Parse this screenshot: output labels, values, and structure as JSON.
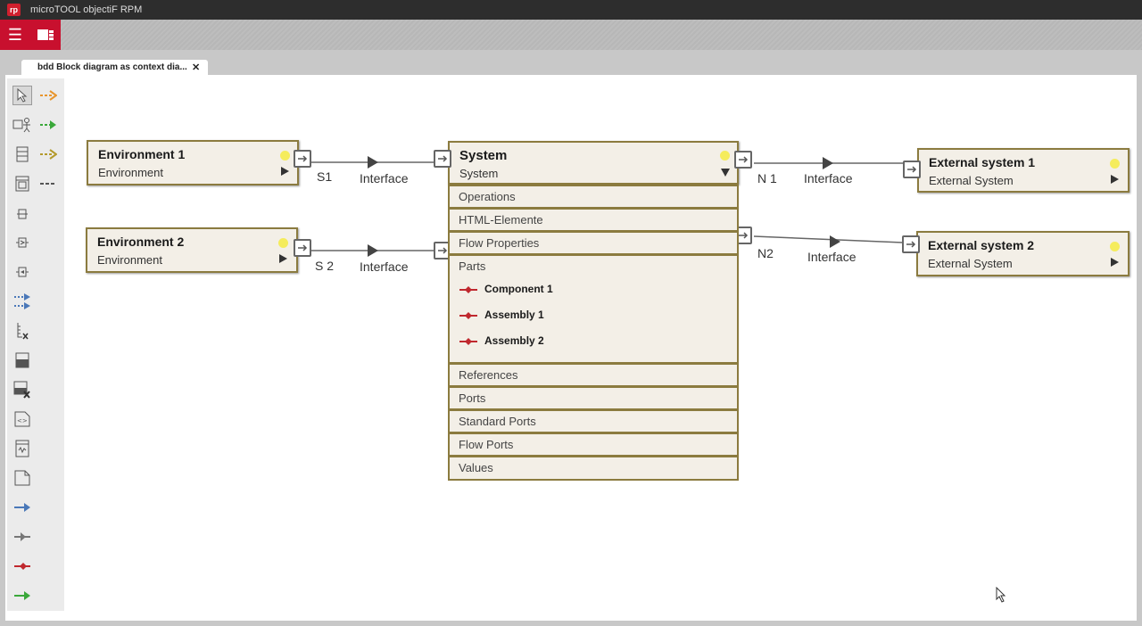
{
  "app": {
    "title": "microTOOL objectiF RPM",
    "logo_text": "rp"
  },
  "toolbar": {
    "menu_icon": "hamburger-icon",
    "view_icon": "view-toggle-icon"
  },
  "tab": {
    "label": "bdd Block diagram as context dia...",
    "close": "✕"
  },
  "palette": {
    "items": [
      "select-pointer-icon",
      "dependency-arrow-icon",
      "actor-block-icon",
      "green-flow-arrow-icon",
      "block-icon",
      "gold-arrow-icon",
      "part-block-icon",
      "dashed-line-icon",
      "port-icon",
      "flow-port-icon",
      "standard-port-icon",
      "flow-connector-icon",
      "constraint-icon",
      "value-type-icon",
      "delete-block-icon",
      "html-element-icon",
      "signal-icon",
      "note-icon",
      "blue-arrow-icon",
      "gray-arrow-icon",
      "red-connector-icon",
      "green-arrow-icon"
    ]
  },
  "blocks": {
    "env1": {
      "name": "Environment 1",
      "type": "Environment"
    },
    "env2": {
      "name": "Environment 2",
      "type": "Environment"
    },
    "system": {
      "name": "System",
      "type": "System",
      "compartments": [
        "Operations",
        "HTML-Elemente",
        "Flow Properties",
        "Parts",
        "References",
        "Ports",
        "Standard Ports",
        "Flow Ports",
        "Values"
      ],
      "parts": [
        "Component 1",
        "Assembly 1",
        "Assembly 2"
      ]
    },
    "ext1": {
      "name": "External system 1",
      "type": "External System"
    },
    "ext2": {
      "name": "External system 2",
      "type": "External System"
    }
  },
  "connectors": {
    "s1": {
      "port": "S1",
      "label": "Interface"
    },
    "s2": {
      "port": "S 2",
      "label": "Interface"
    },
    "n1": {
      "port": "N 1",
      "label": "Interface"
    },
    "n2": {
      "port": "N2",
      "label": "Interface"
    }
  },
  "colors": {
    "accent": "#c8102e",
    "block_border": "#8b7b3f",
    "block_fill": "#f3efe7",
    "status_dot": "#f5ec5c",
    "part_red": "#c0282e"
  }
}
